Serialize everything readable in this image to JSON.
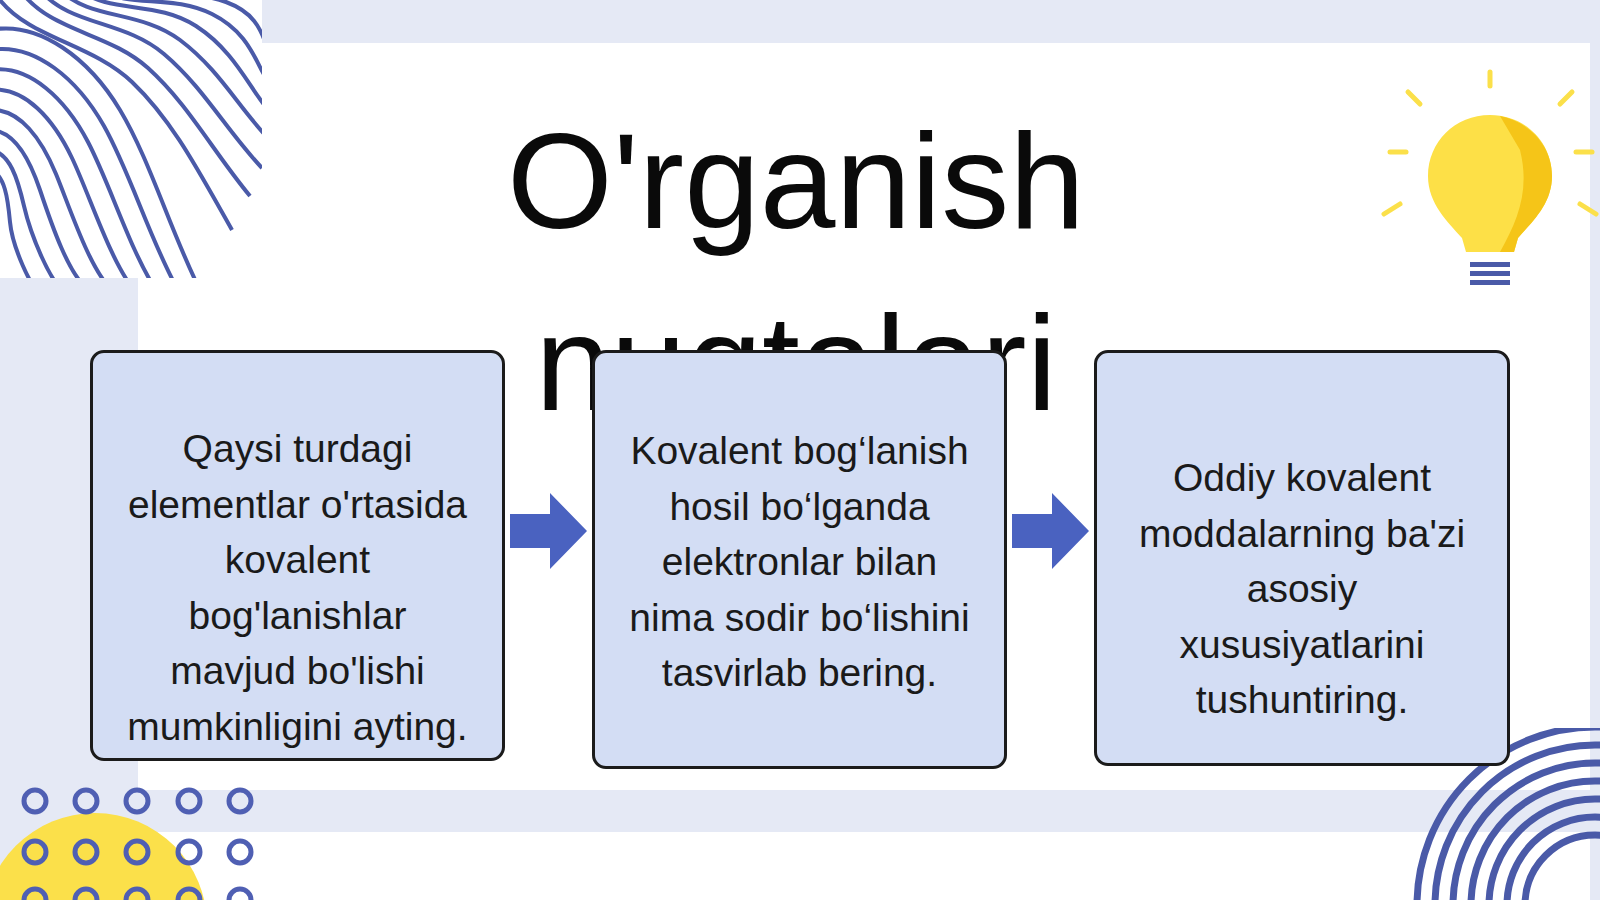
{
  "diagram": {
    "title": "O'rganish nuqtalari",
    "nodes": [
      {
        "text": [
          "Qaysi turdagi elementlar o'rtasida kovalent bog'lanishlar mavjud bo'lishi mumkinligini ayting."
        ]
      },
      {
        "text": [
          "Kovalent bog‘lanish hosil bo‘lganda elektronlar bilan nima sodir bo‘lishini tasvirlab bering."
        ]
      },
      {
        "text": [
          "Oddiy kovalent moddalarning ba'zi asosiy xususiyatlarini tushuntiring."
        ]
      }
    ],
    "edges": [
      {
        "from": 0,
        "to": 1,
        "arrow": "to"
      },
      {
        "from": 1,
        "to": 2,
        "arrow": "to"
      }
    ]
  }
}
